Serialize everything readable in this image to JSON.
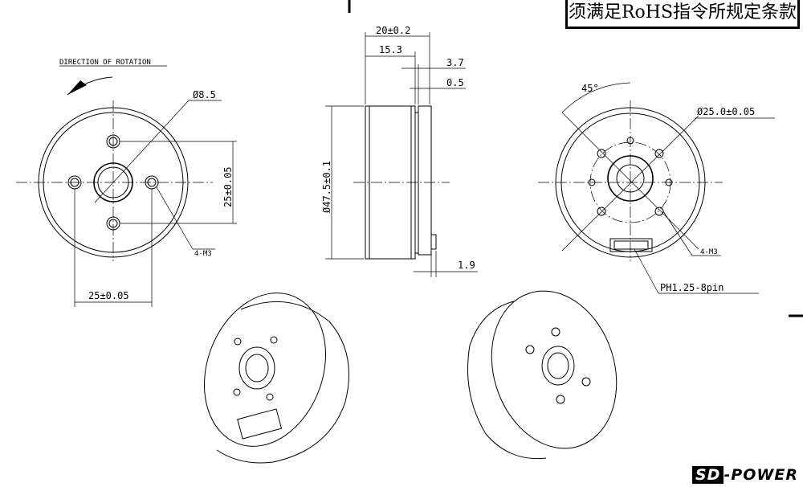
{
  "title_note": "须满足RoHS指令所规定条款",
  "logo": {
    "mark": "SD",
    "text": "-POWER"
  },
  "front_view": {
    "rotation_label": "DIRECTION OF ROTATION",
    "bore_dia": "Ø8.5",
    "vertical_spacing": "25±0.05",
    "horizontal_spacing": "25±0.05",
    "threads": "4-M3"
  },
  "side_view": {
    "length": "20±0.2",
    "body_length": "15.3",
    "step": "3.7",
    "flange": "0.5",
    "diameter": "Ø47.5±0.1",
    "connector_offset": "1.9"
  },
  "rear_view": {
    "angle": "45°",
    "pcd": "Ø25.0±0.05",
    "threads": "4-M3",
    "connector": "PH1.25-8pin"
  }
}
